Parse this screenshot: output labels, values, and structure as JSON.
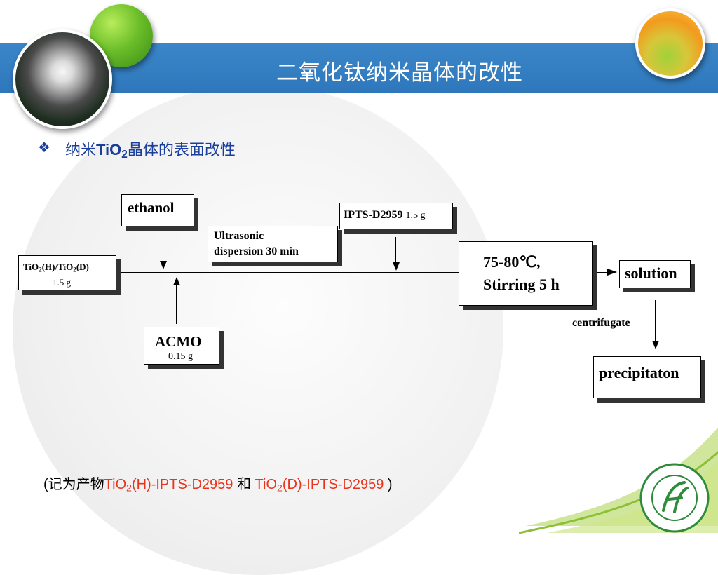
{
  "slide": {
    "title": "二氧化钛纳米晶体的改性"
  },
  "heading": {
    "bullet": "❖",
    "prefix": "纳米",
    "formula_base": "TiO",
    "formula_sub": "2",
    "suffix": "晶体的表面改性"
  },
  "flow": {
    "ethanol": "ethanol",
    "ultrasonic_line1": "Ultrasonic",
    "ultrasonic_line2": "dispersion 30 min",
    "ipts_name": "IPTS-D2959",
    "ipts_amount": "1.5 g",
    "tio2_base1": "TiO",
    "tio2_sub1": "2",
    "tio2_mid": "(H)/TiO",
    "tio2_sub2": "2",
    "tio2_end": "(D)",
    "tio2_amount": "1.5 g",
    "reaction_line1": "75-80℃,",
    "reaction_line2": "Stirring 5 h",
    "solution": "solution",
    "centrifugate": "centrifugate",
    "precipitate": "precipitaton",
    "acmo_name": "ACMO",
    "acmo_amount": "0.15 g"
  },
  "footnote": {
    "open": "(记为产物",
    "p1_base": "TiO",
    "p1_sub": "2",
    "p1_rest": "(H)-IPTS-D2959",
    "and": " 和 ",
    "p2_base": "TiO",
    "p2_sub": "2",
    "p2_rest": "(D)-IPTS-D2959",
    "close": " )"
  },
  "colors": {
    "title_band": "#2f77bc",
    "heading_text": "#1a3e9c",
    "highlight_red": "#e8341c",
    "logo_green": "#2e8b3a"
  },
  "icons": [
    "dandelion-photo",
    "green-sphere",
    "grass-photo",
    "school-logo"
  ]
}
